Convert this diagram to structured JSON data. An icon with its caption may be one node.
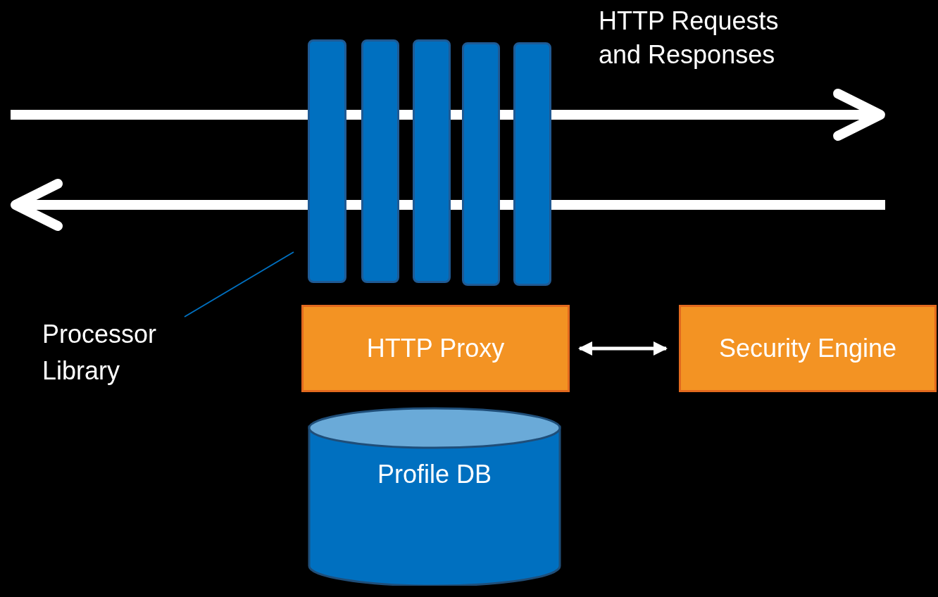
{
  "diagram": {
    "nodes": [
      {
        "text": [],
        "shape": "bar"
      },
      {
        "text": [],
        "shape": "bar"
      },
      {
        "text": [],
        "shape": "bar"
      },
      {
        "text": [],
        "shape": "bar"
      },
      {
        "text": [],
        "shape": "bar"
      },
      {
        "text": [
          "Processor Library"
        ]
      },
      {
        "text": [
          "HTTP Proxy"
        ]
      },
      {
        "text": [
          "Security Engine"
        ]
      },
      {
        "text": [
          "Profile DB"
        ]
      }
    ],
    "edges": [
      {
        "from": 5,
        "to": 0,
        "arrow": "none",
        "color": "#0070c0"
      },
      {
        "from": 6,
        "to": 7,
        "arrow": "both",
        "style": "thick",
        "color": "#ffffff"
      }
    ],
    "labels": [
      "HTTP Requests and Responses"
    ]
  }
}
